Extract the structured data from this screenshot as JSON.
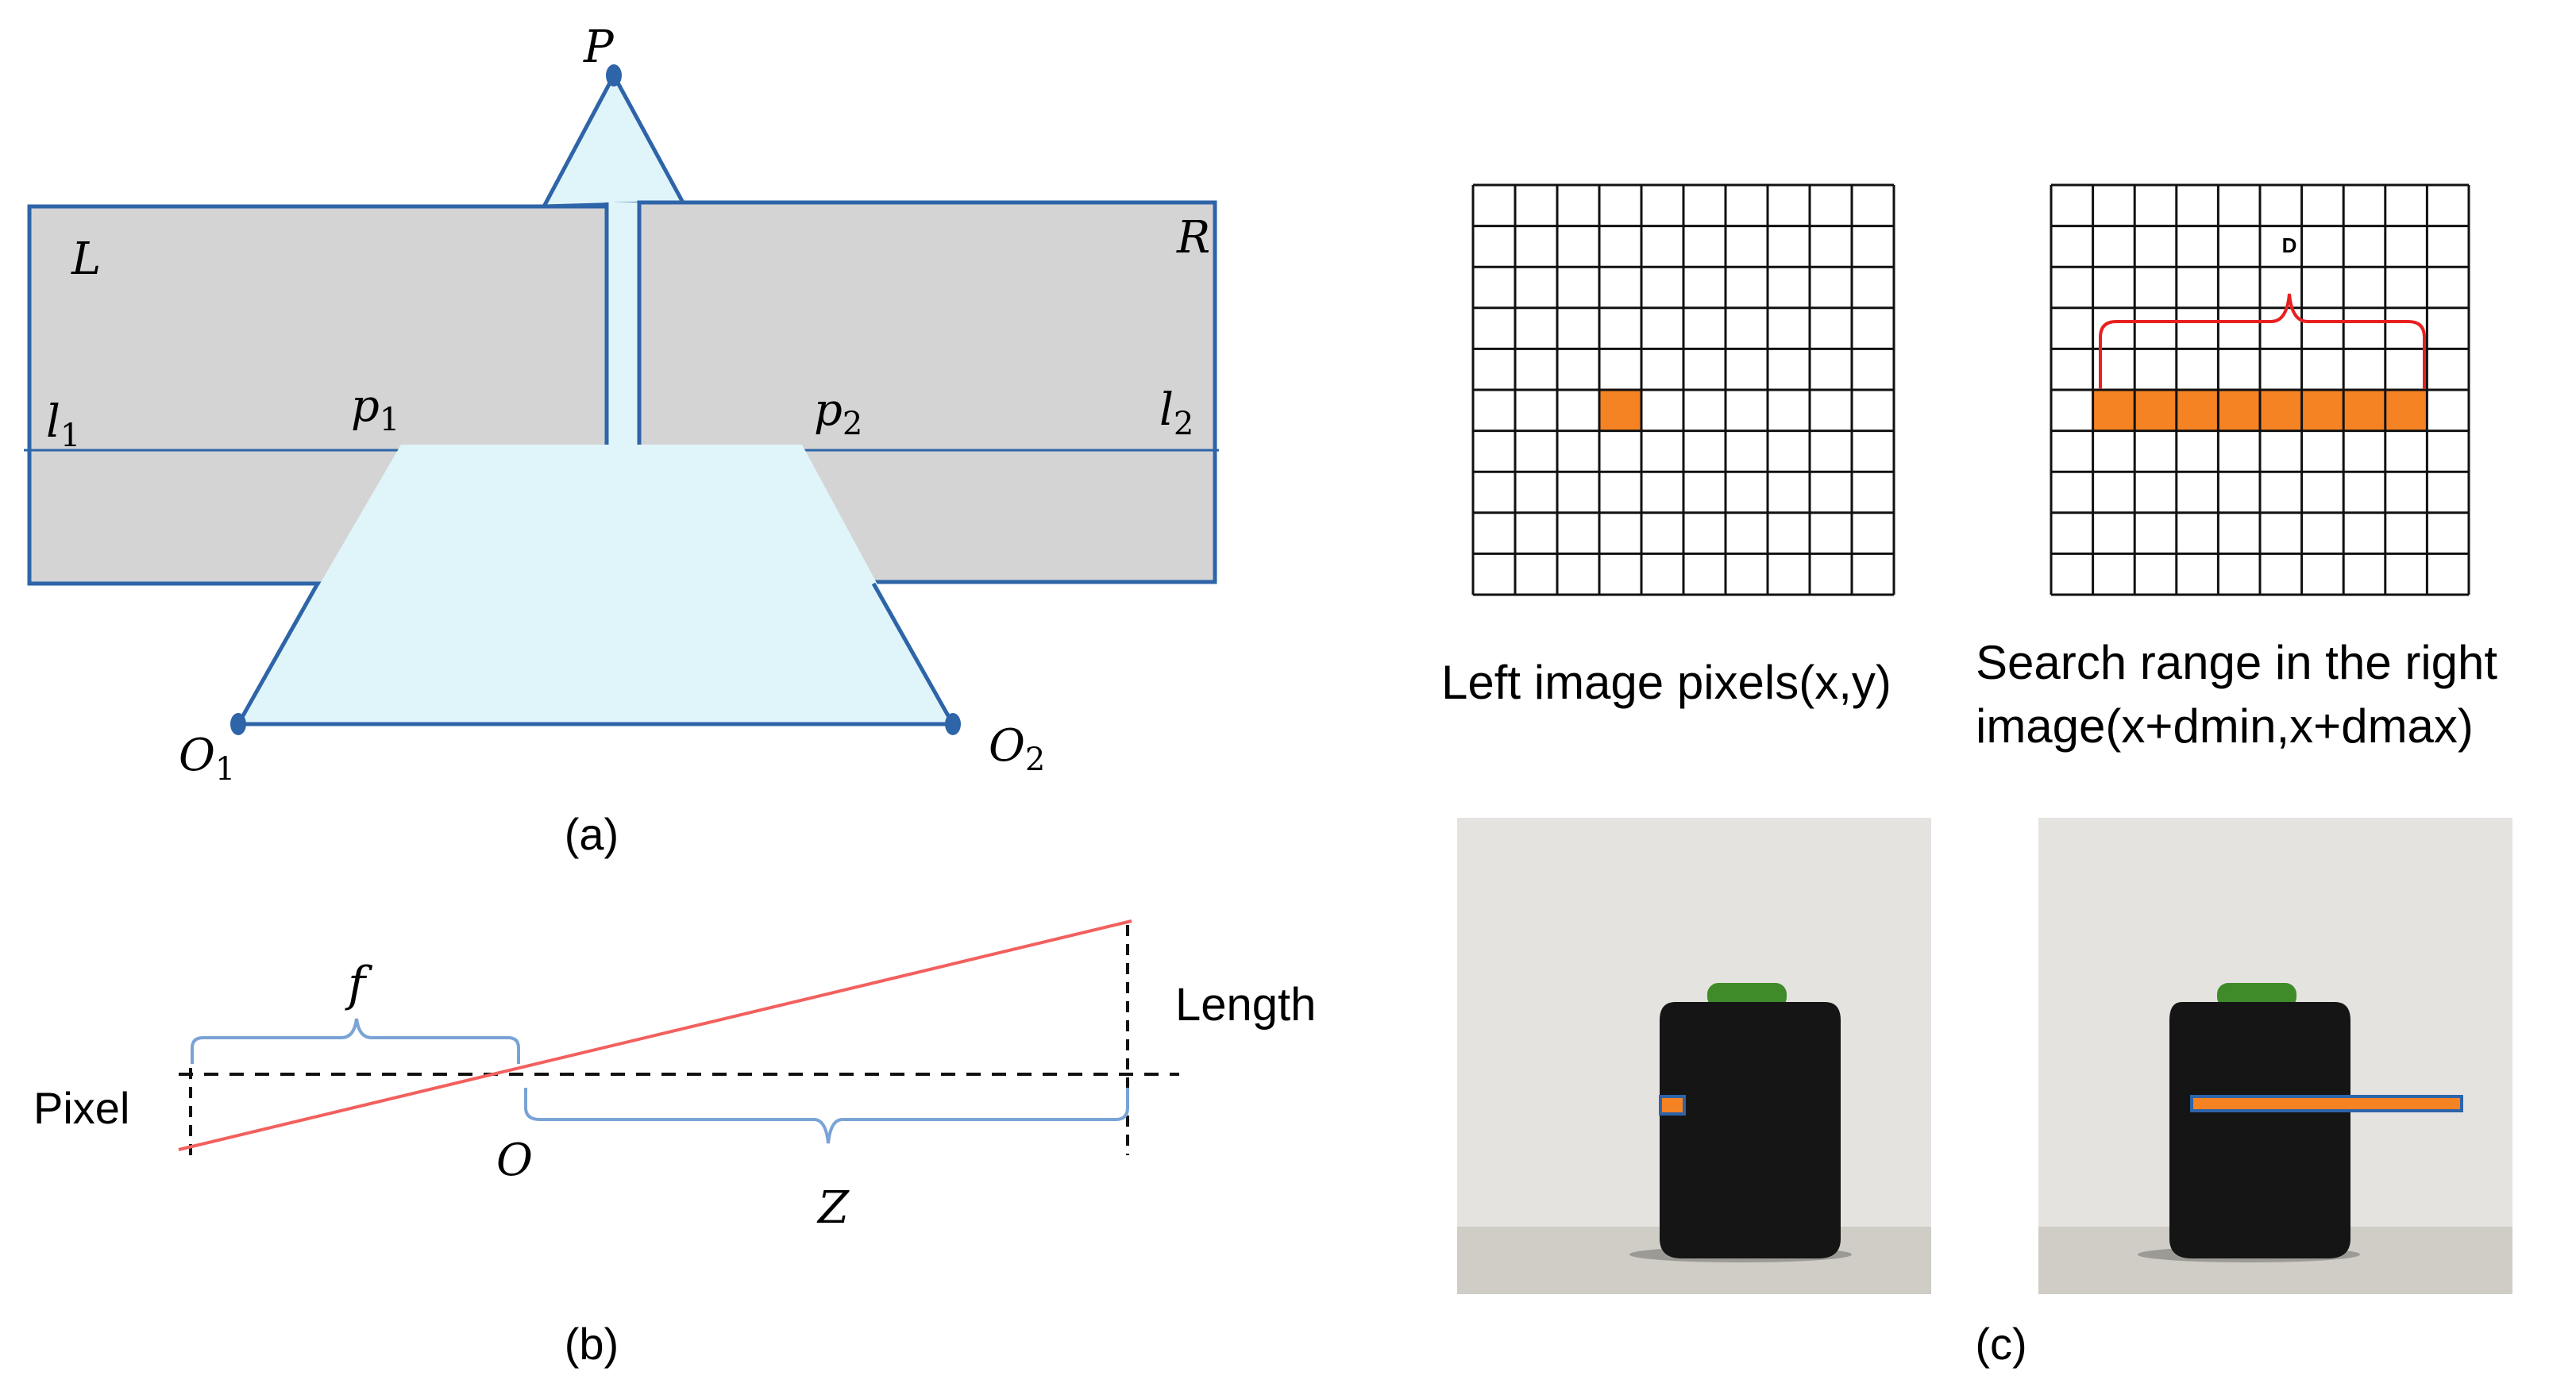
{
  "colors": {
    "plane_fill": "#d4d4d4",
    "plane_stroke": "#2e64a8",
    "triangle_fill": "#e0f5fa",
    "ray_red": "#f2605e",
    "brace_blue": "#7aa3d6",
    "highlight_orange": "#f58223",
    "brace_red": "#e82020",
    "photo_wall": "#e5e3df",
    "spool_dark": "#151515",
    "spool_cap": "#3f8b2a"
  },
  "panel_a": {
    "caption": "(a)",
    "point_p": "P",
    "plane_left": "L",
    "plane_right": "R",
    "line_left": {
      "base": "l",
      "sub": "1"
    },
    "line_right": {
      "base": "l",
      "sub": "2"
    },
    "proj_left": {
      "base": "p",
      "sub": "1"
    },
    "proj_right": {
      "base": "p",
      "sub": "2"
    },
    "origin_left": {
      "base": "O",
      "sub": "1"
    },
    "origin_right": {
      "base": "O",
      "sub": "2"
    }
  },
  "panel_b": {
    "caption": "(b)",
    "focal": "f",
    "pixel": "Pixel",
    "length": "Length",
    "origin": "O",
    "depth": "Z"
  },
  "panel_c": {
    "caption": "(c)",
    "grid_cols": 10,
    "grid_rows": 10,
    "left_highlight": {
      "col": 3,
      "row": 5
    },
    "right_highlight": {
      "col_start": 1,
      "col_end": 8,
      "row": 5
    },
    "disparity_label": "D",
    "left_caption": "Left image pixels(x,y)",
    "right_caption_line1": "Search range in the right",
    "right_caption_line2": "image(x+dmin,x+dmax)"
  }
}
